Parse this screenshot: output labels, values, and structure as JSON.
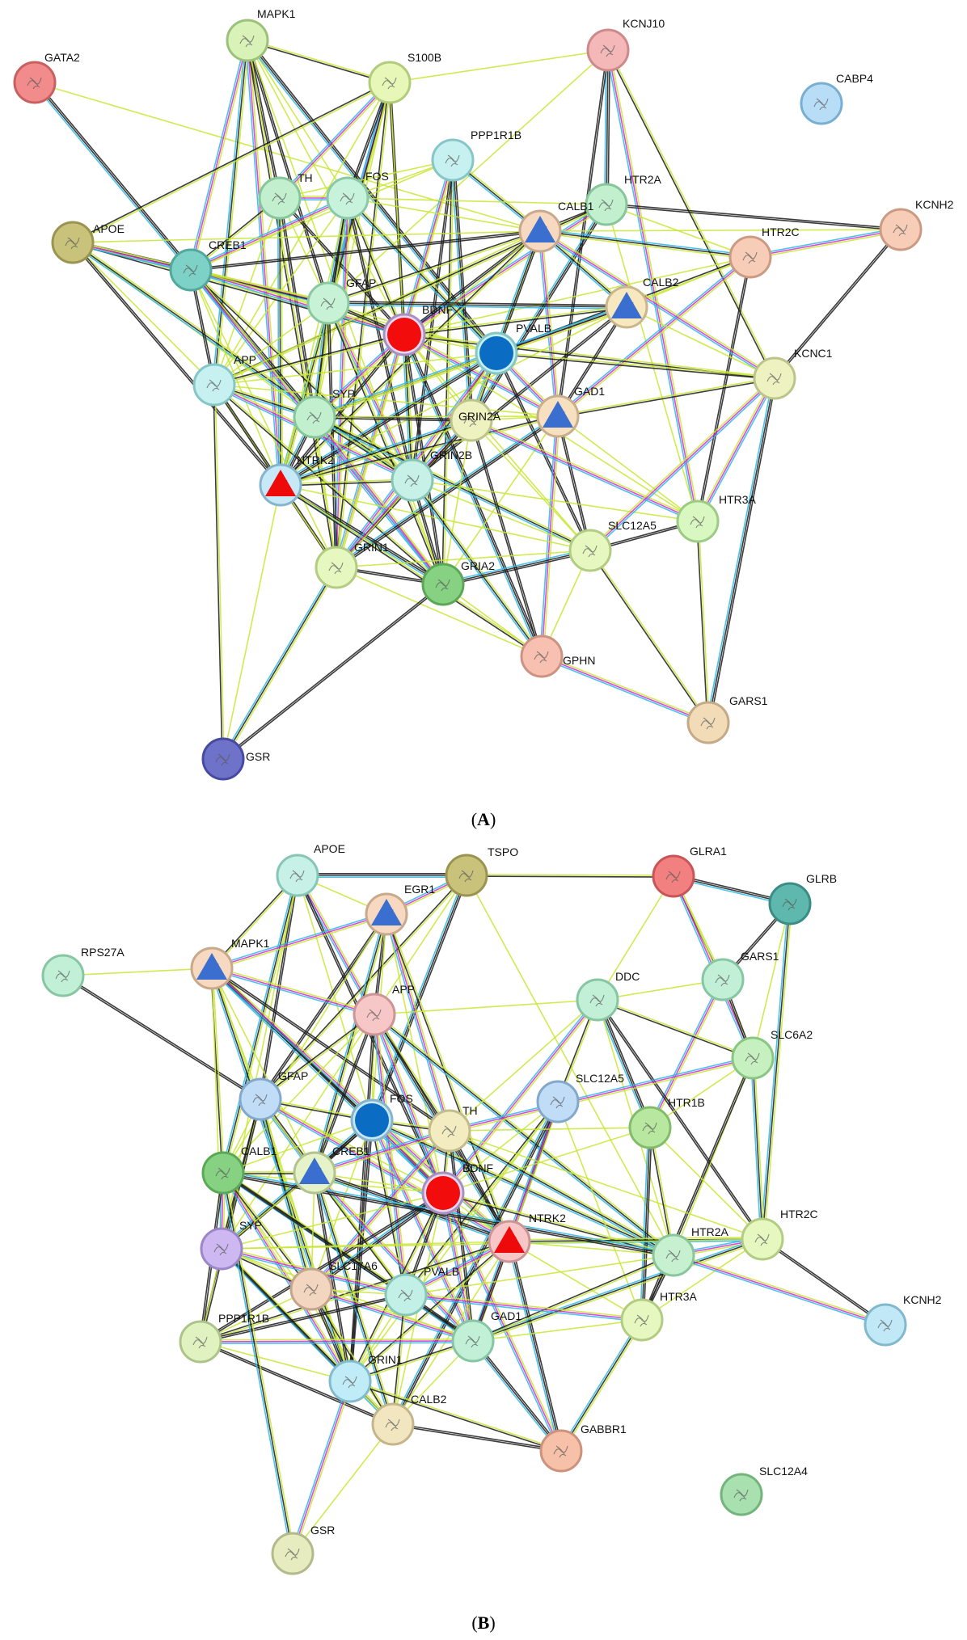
{
  "panels": [
    {
      "id": "A",
      "caption_open": "(",
      "caption_letter": "A",
      "caption_close": ")",
      "nodes": [
        {
          "id": "GATA2",
          "label": "GATA2",
          "fill": "#f28b8b",
          "stroke": "#c96060",
          "marker": "none"
        },
        {
          "id": "MAPK1",
          "label": "MAPK1",
          "fill": "#d9f2b8",
          "stroke": "#9cc27a",
          "marker": "none"
        },
        {
          "id": "S100B",
          "label": "S100B",
          "fill": "#e6f7b8",
          "stroke": "#b2cc7a",
          "marker": "none"
        },
        {
          "id": "KCNJ10",
          "label": "KCNJ10",
          "fill": "#f4b8b8",
          "stroke": "#cc8a8a",
          "marker": "none"
        },
        {
          "id": "CABP4",
          "label": "CABP4",
          "fill": "#b8def7",
          "stroke": "#7aaed0",
          "marker": "none"
        },
        {
          "id": "PPP1R1B",
          "label": "PPP1R1B",
          "fill": "#c7f0f0",
          "stroke": "#86c6c6",
          "marker": "none"
        },
        {
          "id": "TH",
          "label": "TH",
          "fill": "#c2f0cf",
          "stroke": "#86c69a",
          "marker": "none"
        },
        {
          "id": "FOS",
          "label": "FOS",
          "fill": "#c7f2dc",
          "stroke": "#8ac8a6",
          "marker": "none"
        },
        {
          "id": "HTR2A",
          "label": "HTR2A",
          "fill": "#c2f0cf",
          "stroke": "#86c69a",
          "marker": "none"
        },
        {
          "id": "KCNH2",
          "label": "KCNH2",
          "fill": "#f7cdb8",
          "stroke": "#cc9a82",
          "marker": "none"
        },
        {
          "id": "APOE",
          "label": "APOE",
          "fill": "#c9c27a",
          "stroke": "#9a9450",
          "marker": "none"
        },
        {
          "id": "CREB1",
          "label": "CREB1",
          "fill": "#7ed1c6",
          "stroke": "#52a89c",
          "marker": "none"
        },
        {
          "id": "CALB1",
          "label": "CALB1",
          "fill": "#f7d8c0",
          "stroke": "#c9a88c",
          "marker": "triangle-blue"
        },
        {
          "id": "HTR2C",
          "label": "HTR2C",
          "fill": "#f7cdb8",
          "stroke": "#cc9a82",
          "marker": "none"
        },
        {
          "id": "GFAP",
          "label": "GFAP",
          "fill": "#c7f2d6",
          "stroke": "#8ac8a0",
          "marker": "none"
        },
        {
          "id": "BDNF",
          "label": "BDNF",
          "fill": "#e8d9f2",
          "stroke": "#a98fc4",
          "marker": "circle-red"
        },
        {
          "id": "CALB2",
          "label": "CALB2",
          "fill": "#f7e8c0",
          "stroke": "#c9b68c",
          "marker": "triangle-blue"
        },
        {
          "id": "PVALB",
          "label": "PVALB",
          "fill": "#c7f0f0",
          "stroke": "#86c6c6",
          "marker": "circle-blue"
        },
        {
          "id": "KCNC1",
          "label": "KCNC1",
          "fill": "#eef2c0",
          "stroke": "#bcc48a",
          "marker": "none"
        },
        {
          "id": "APP",
          "label": "APP",
          "fill": "#c7f0f0",
          "stroke": "#86c6c6",
          "marker": "none"
        },
        {
          "id": "SYP",
          "label": "SYP",
          "fill": "#c2f0cf",
          "stroke": "#86c69a",
          "marker": "none"
        },
        {
          "id": "GAD1",
          "label": "GAD1",
          "fill": "#f7e0c0",
          "stroke": "#c9ae8c",
          "marker": "triangle-blue"
        },
        {
          "id": "GRIN2A",
          "label": "GRIN2A",
          "fill": "#eef2c0",
          "stroke": "#bcc48a",
          "marker": "none"
        },
        {
          "id": "NTRK2",
          "label": "NTRK2",
          "fill": "#c7e8f7",
          "stroke": "#86b4cc",
          "marker": "triangle-red"
        },
        {
          "id": "GRIN2B",
          "label": "GRIN2B",
          "fill": "#c7f0e6",
          "stroke": "#86c6b6",
          "marker": "none"
        },
        {
          "id": "HTR3A",
          "label": "HTR3A",
          "fill": "#d9f7c0",
          "stroke": "#9ccc82",
          "marker": "none"
        },
        {
          "id": "SLC12A5",
          "label": "SLC12A5",
          "fill": "#e6f7c0",
          "stroke": "#b2cc82",
          "marker": "none"
        },
        {
          "id": "GRIN1",
          "label": "GRIN1",
          "fill": "#e6f7c0",
          "stroke": "#b2cc82",
          "marker": "none"
        },
        {
          "id": "GRIA2",
          "label": "GRIA2",
          "fill": "#86d182",
          "stroke": "#5aa856",
          "marker": "none"
        },
        {
          "id": "GPHN",
          "label": "GPHN",
          "fill": "#f7c0b0",
          "stroke": "#cc9282",
          "marker": "none"
        },
        {
          "id": "GARS1",
          "label": "GARS1",
          "fill": "#f2dcb8",
          "stroke": "#c4aa86",
          "marker": "none"
        },
        {
          "id": "GSR",
          "label": "GSR",
          "fill": "#6e72c9",
          "stroke": "#464aa0",
          "marker": "none"
        }
      ]
    },
    {
      "id": "B",
      "caption_open": "(",
      "caption_letter": "B",
      "caption_close": ")",
      "nodes": [
        {
          "id": "APOE",
          "label": "APOE",
          "fill": "#c7f0e6",
          "stroke": "#86c6b6",
          "marker": "none"
        },
        {
          "id": "TSPO",
          "label": "TSPO",
          "fill": "#c9c27a",
          "stroke": "#9a9450",
          "marker": "none"
        },
        {
          "id": "EGR1",
          "label": "EGR1",
          "fill": "#f7d8c0",
          "stroke": "#c9a88c",
          "marker": "triangle-blue"
        },
        {
          "id": "GLRA1",
          "label": "GLRA1",
          "fill": "#f28080",
          "stroke": "#c95656",
          "marker": "none"
        },
        {
          "id": "GLRB",
          "label": "GLRB",
          "fill": "#5fb8ae",
          "stroke": "#3a8c84",
          "marker": "none"
        },
        {
          "id": "RPS27A",
          "label": "RPS27A",
          "fill": "#c2f0d6",
          "stroke": "#86c6a2",
          "marker": "none"
        },
        {
          "id": "MAPK1",
          "label": "MAPK1",
          "fill": "#f7d8c0",
          "stroke": "#c9a88c",
          "marker": "triangle-blue"
        },
        {
          "id": "APP",
          "label": "APP",
          "fill": "#f7c7c7",
          "stroke": "#cc9494",
          "marker": "none"
        },
        {
          "id": "GARS1",
          "label": "GARS1",
          "fill": "#c2f0d6",
          "stroke": "#86c6a2",
          "marker": "none"
        },
        {
          "id": "DDC",
          "label": "DDC",
          "fill": "#c2f0d6",
          "stroke": "#86c6a2",
          "marker": "none"
        },
        {
          "id": "SLC6A2",
          "label": "SLC6A2",
          "fill": "#c7f0c0",
          "stroke": "#8ac682",
          "marker": "none"
        },
        {
          "id": "GFAP",
          "label": "GFAP",
          "fill": "#c0dcf7",
          "stroke": "#82a8cc",
          "marker": "none"
        },
        {
          "id": "FOS",
          "label": "FOS",
          "fill": "#c7e8f7",
          "stroke": "#86b4cc",
          "marker": "circle-blue"
        },
        {
          "id": "SLC12A5",
          "label": "SLC12A5",
          "fill": "#c0dcf7",
          "stroke": "#82a8cc",
          "marker": "none"
        },
        {
          "id": "TH",
          "label": "TH",
          "fill": "#f2ecc0",
          "stroke": "#c4bc8a",
          "marker": "none"
        },
        {
          "id": "HTR1B",
          "label": "HTR1B",
          "fill": "#b8e8a0",
          "stroke": "#82bc6a",
          "marker": "none"
        },
        {
          "id": "CALB1",
          "label": "CALB1",
          "fill": "#86d182",
          "stroke": "#5aa856",
          "marker": "none"
        },
        {
          "id": "CREB1",
          "label": "CREB1",
          "fill": "#e6f2c7",
          "stroke": "#b2c48e",
          "marker": "triangle-blue"
        },
        {
          "id": "BDNF",
          "label": "BDNF",
          "fill": "#e8d9f2",
          "stroke": "#a98fc4",
          "marker": "circle-red"
        },
        {
          "id": "NTRK2",
          "label": "NTRK2",
          "fill": "#f7c7c7",
          "stroke": "#cc9494",
          "marker": "triangle-red"
        },
        {
          "id": "HTR2C",
          "label": "HTR2C",
          "fill": "#e6f7c0",
          "stroke": "#b2cc82",
          "marker": "none"
        },
        {
          "id": "SYP",
          "label": "SYP",
          "fill": "#cdb8f2",
          "stroke": "#9c86c8",
          "marker": "none"
        },
        {
          "id": "HTR2A",
          "label": "HTR2A",
          "fill": "#c7f0d0",
          "stroke": "#8ac69c",
          "marker": "none"
        },
        {
          "id": "KCNH2",
          "label": "KCNH2",
          "fill": "#c0e8f7",
          "stroke": "#82b8cc",
          "marker": "none"
        },
        {
          "id": "SLC17A6",
          "label": "SLC17A6",
          "fill": "#f2d6c0",
          "stroke": "#c4a48c",
          "marker": "none"
        },
        {
          "id": "PVALB",
          "label": "PVALB",
          "fill": "#c2f0e6",
          "stroke": "#86c6b6",
          "marker": "none"
        },
        {
          "id": "HTR3A",
          "label": "HTR3A",
          "fill": "#e6f7c0",
          "stroke": "#b2cc82",
          "marker": "none"
        },
        {
          "id": "PPP1R1B",
          "label": "PPP1R1B",
          "fill": "#e0f2c0",
          "stroke": "#acc48a",
          "marker": "none"
        },
        {
          "id": "GAD1",
          "label": "GAD1",
          "fill": "#c2f0d6",
          "stroke": "#86c6a2",
          "marker": "none"
        },
        {
          "id": "GRIN1",
          "label": "GRIN1",
          "fill": "#c0ecf7",
          "stroke": "#82bccc",
          "marker": "none"
        },
        {
          "id": "CALB2",
          "label": "CALB2",
          "fill": "#f2e6c0",
          "stroke": "#c4b68a",
          "marker": "none"
        },
        {
          "id": "GABBR1",
          "label": "GABBR1",
          "fill": "#f7c0a8",
          "stroke": "#cc927c",
          "marker": "none"
        },
        {
          "id": "SLC12A4",
          "label": "SLC12A4",
          "fill": "#a8e0b0",
          "stroke": "#72b47c",
          "marker": "none"
        },
        {
          "id": "GSR",
          "label": "GSR",
          "fill": "#e6ecc0",
          "stroke": "#b2ba8a",
          "marker": "none"
        }
      ]
    }
  ],
  "edge_colors": [
    "#1a1a1a",
    "#c8e632",
    "#d42ad4",
    "#2ab8e8",
    "#3a3ad8"
  ]
}
